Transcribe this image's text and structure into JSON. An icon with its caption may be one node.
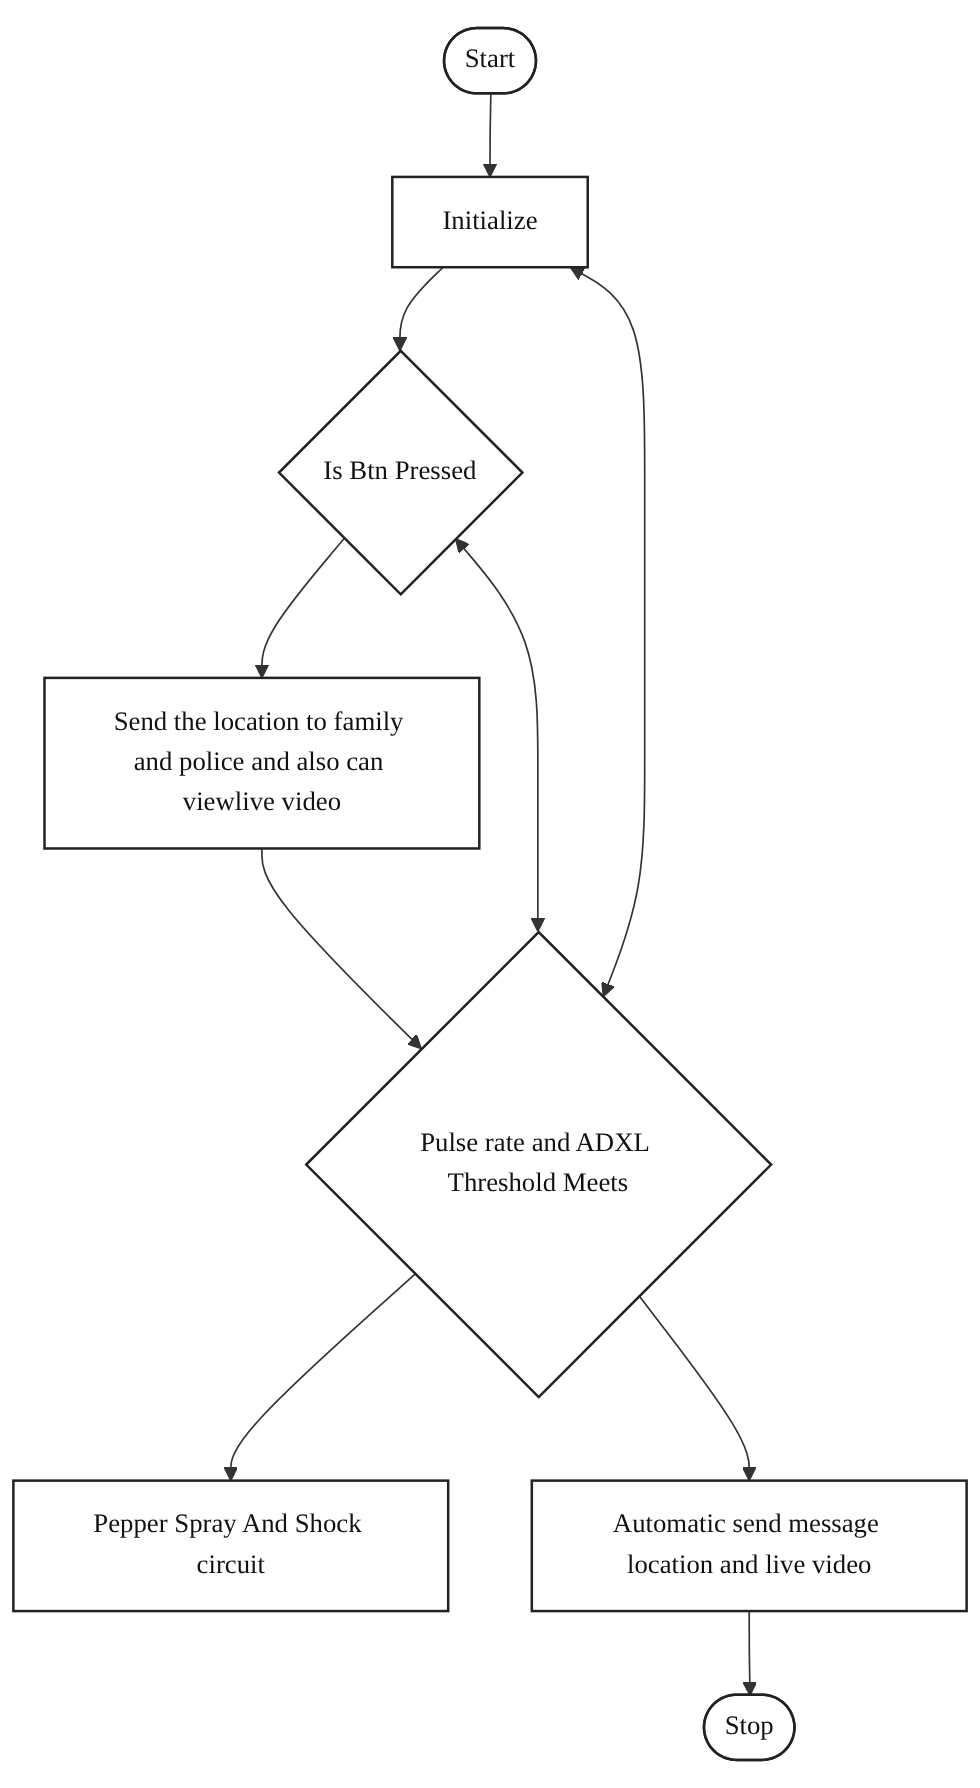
{
  "diagram": {
    "nodes": [
      {
        "text": [
          "Start"
        ]
      },
      {
        "text": [
          "Initialize"
        ]
      },
      {
        "text": [
          "Is Btn Pressed"
        ]
      },
      {
        "text": [
          "Send the location to family and police and also can viewlive video"
        ]
      },
      {
        "text": [
          "Pulse rate and ADXL Threshold Meets"
        ]
      },
      {
        "text": [
          "Pepper Spray And Shock circuit"
        ]
      },
      {
        "text": [
          "Automatic send message location and live video"
        ]
      },
      {
        "text": [
          "Stop"
        ]
      }
    ],
    "edges": [
      {
        "from": 0,
        "to": 1,
        "arrow": "to"
      },
      {
        "from": 1,
        "to": 2,
        "arrow": "to"
      },
      {
        "from": 2,
        "to": 3,
        "arrow": "to"
      },
      {
        "from": 3,
        "to": 4,
        "arrow": "to"
      },
      {
        "from": 4,
        "to": 1,
        "arrow": "both"
      },
      {
        "from": 4,
        "to": 2,
        "arrow": "both"
      },
      {
        "from": 4,
        "to": 5,
        "arrow": "to"
      },
      {
        "from": 4,
        "to": 6,
        "arrow": "to"
      },
      {
        "from": 6,
        "to": 7,
        "arrow": "to"
      }
    ]
  }
}
